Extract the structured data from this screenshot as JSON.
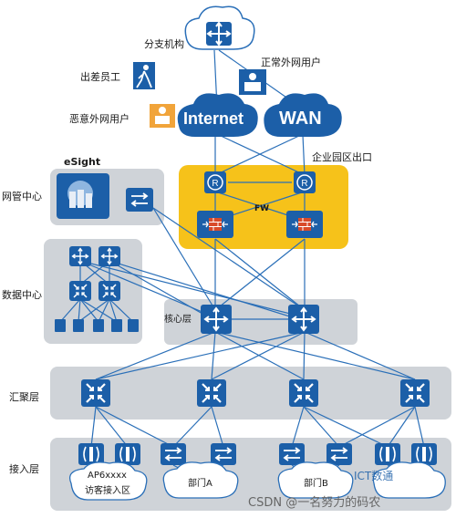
{
  "labels": {
    "branch": "分支机构",
    "business_traveler": "出差员工",
    "normal_user": "正常外网用户",
    "malicious_user": "恶意外网用户",
    "internet": "Internet",
    "wan": "WAN",
    "campus_exit": "企业园区出口",
    "esight": "eSight",
    "fw": "FW",
    "core_layer": "核心层",
    "ap_guest_line1": "AP6xxxx",
    "ap_guest_line2": "访客接入区",
    "dept_a": "部门A",
    "dept_b": "部门B",
    "watermark_site": "ICT数通",
    "watermark_csdn": "CSDN @一名努力的码农"
  },
  "layers": {
    "nms_center": "网管中心",
    "data_center": "数据中心",
    "aggregation": "汇聚层",
    "access": "接入层"
  },
  "colors": {
    "panel_gray": "#cfd3d8",
    "device_blue": "#1c5fa8",
    "exit_yellow": "#f6c21a",
    "firewall_red": "#d84a2a",
    "line_blue": "#2a6fb8"
  }
}
